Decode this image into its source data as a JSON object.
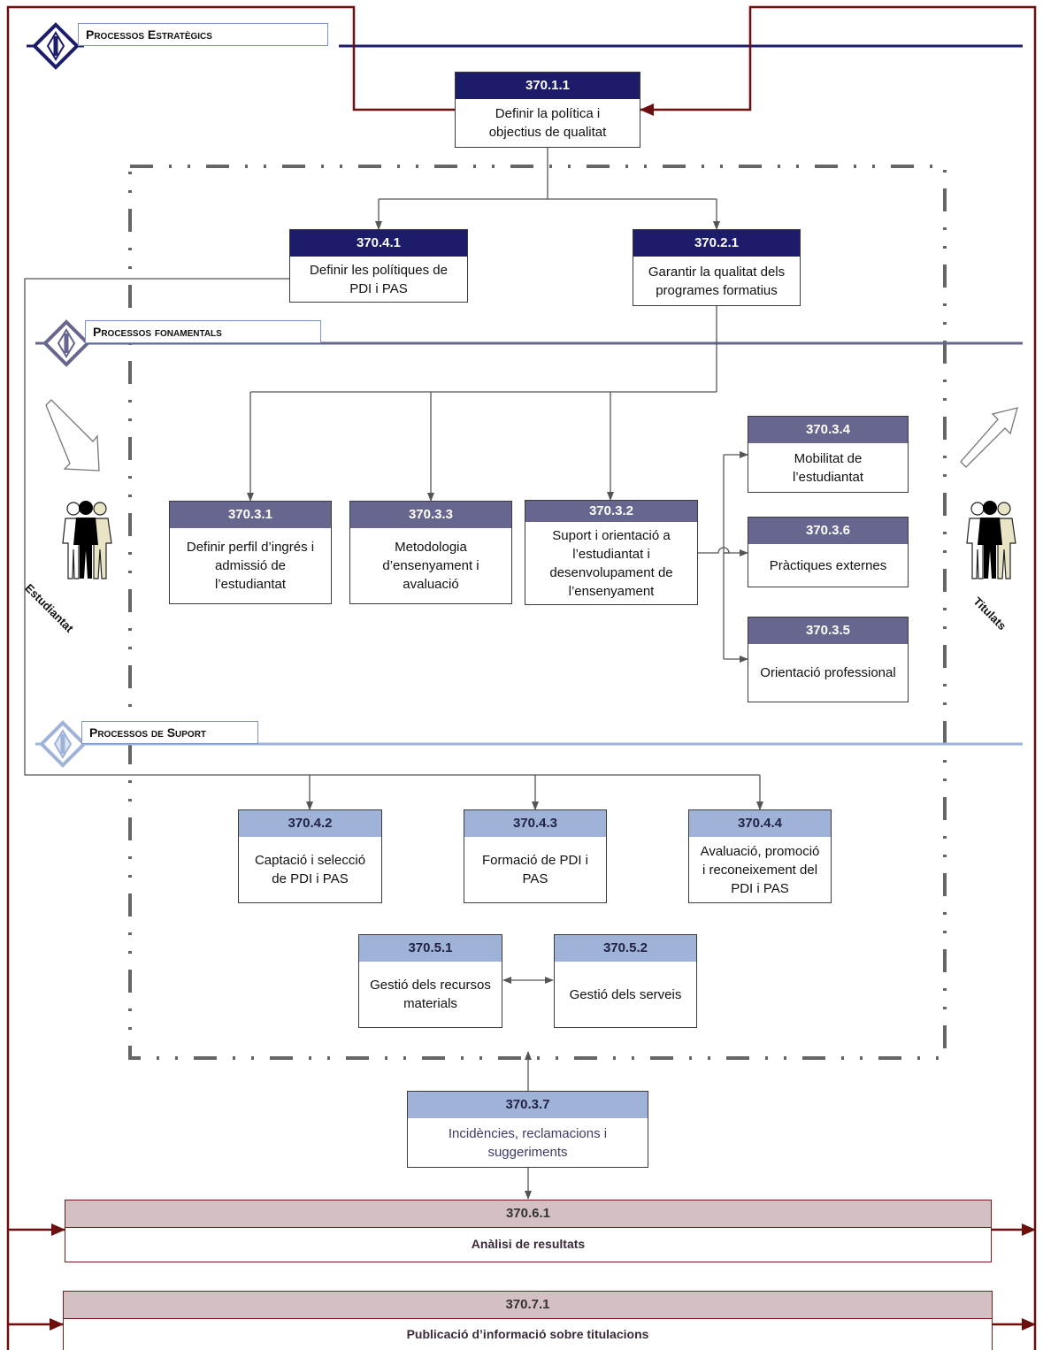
{
  "lanes": {
    "strategic": "Processos Estratègics",
    "fundamental": "Processos fonamentals",
    "support": "Processos de Suport"
  },
  "side_labels": {
    "left": "Estudiantat",
    "right": "Titulats"
  },
  "processes": {
    "p_370_1_1": {
      "code": "370.1.1",
      "title": "Definir la política i\nobjectius de qualitat"
    },
    "p_370_4_1": {
      "code": "370.4.1",
      "title": "Definir les polítiques de\nPDI i PAS"
    },
    "p_370_2_1": {
      "code": "370.2.1",
      "title": "Garantir la qualitat dels\nprogrames formatius"
    },
    "p_370_3_1": {
      "code": "370.3.1",
      "title": "Definir perfil d’ingrés i\nadmissió de\nl’estudiantat"
    },
    "p_370_3_3": {
      "code": "370.3.3",
      "title": "Metodologia\nd’ensenyament i\navaluació"
    },
    "p_370_3_2": {
      "code": "370.3.2",
      "title": "Suport i orientació a\nl’estudiantat i\ndesenvolupament de\nl’ensenyament"
    },
    "p_370_3_4": {
      "code": "370.3.4",
      "title": "Mobilitat de\nl’estudiantat"
    },
    "p_370_3_6": {
      "code": "370.3.6",
      "title": "Pràctiques externes"
    },
    "p_370_3_5": {
      "code": "370.3.5",
      "title": "Orientació professional"
    },
    "p_370_4_2": {
      "code": "370.4.2",
      "title": "Captació i selecció\nde PDI i PAS"
    },
    "p_370_4_3": {
      "code": "370.4.3",
      "title": "Formació de PDI i\nPAS"
    },
    "p_370_4_4": {
      "code": "370.4.4",
      "title": "Avaluació, promoció\ni reconeixement del\nPDI i PAS"
    },
    "p_370_5_1": {
      "code": "370.5.1",
      "title": "Gestió dels recursos\nmaterials"
    },
    "p_370_5_2": {
      "code": "370.5.2",
      "title": "Gestió dels serveis"
    },
    "p_370_3_7": {
      "code": "370.3.7",
      "title": "Incidències, reclamacions i\nsuggeriments"
    },
    "p_370_6_1": {
      "code": "370.6.1",
      "title": "Anàlisi de resultats"
    },
    "p_370_7_1": {
      "code": "370.7.1",
      "title": "Publicació d’informació sobre titulacions"
    }
  },
  "colors": {
    "strategic": "#1c1c6b",
    "fundamental": "#66668f",
    "support": "#9fb3d9",
    "results_header": "#d4bfc2",
    "feedback_line": "#6b0f0f"
  }
}
